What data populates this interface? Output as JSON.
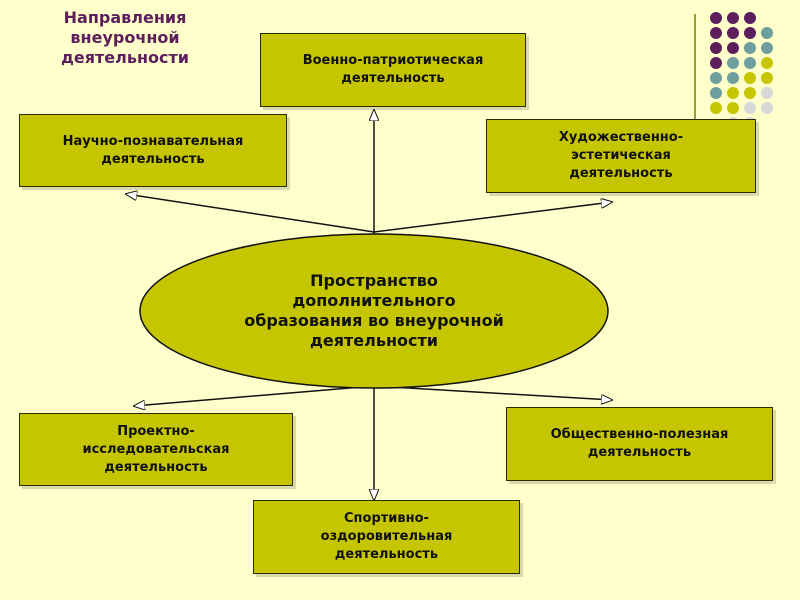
{
  "title": "Направления\nвнеурочной\nдеятельности",
  "center": "Пространство\nдополнительного\nобразования во внеурочной\nдеятельности",
  "nodes": {
    "military": "Военно-патриотическая\nдеятельность",
    "science": "Научно-познавательная\nдеятельность",
    "art": "Художественно-\nэстетическая\nдеятельность",
    "project": "Проектно-\nисследовательская\nдеятельность",
    "social": "Общественно-полезная\nдеятельность",
    "sport": "Спортивно-\nоздоровительная\nдеятельность"
  },
  "colors": {
    "background": "#ffffcc",
    "box_fill": "#c6c600",
    "oval_fill": "#c6c600",
    "title_color": "#5c1f5c",
    "dot_purple": "#5c1f5c",
    "dot_teal": "#6f9e9e",
    "dot_olive": "#c6c600",
    "dot_gray": "#d8d8d8"
  }
}
